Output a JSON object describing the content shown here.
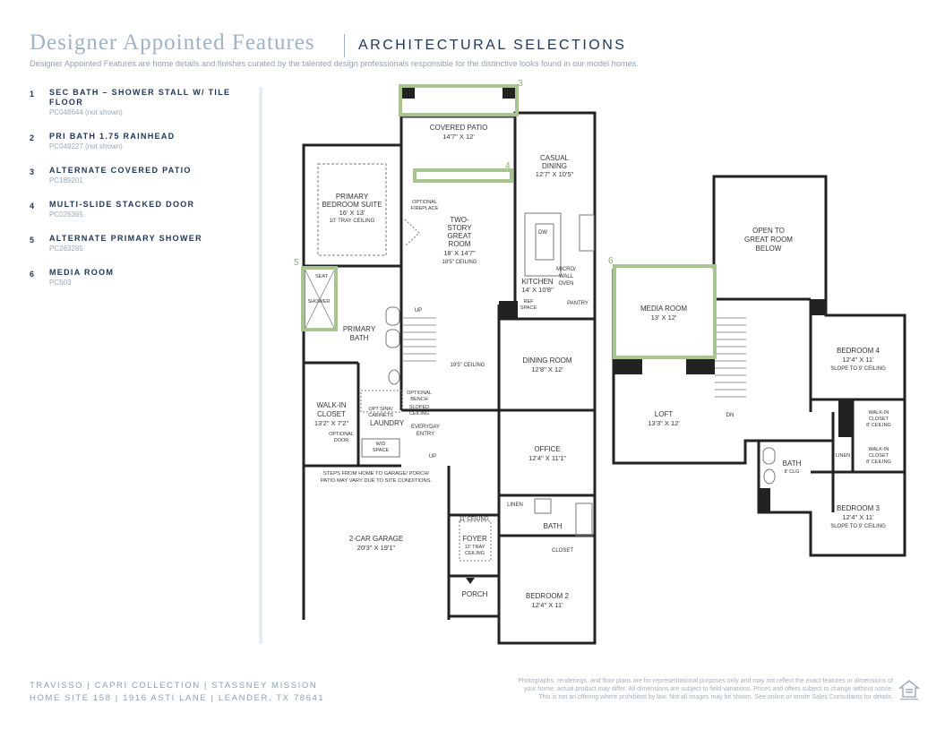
{
  "header": {
    "title": "Designer Appointed Features",
    "subtitle": "ARCHITECTURAL SELECTIONS",
    "description": "Designer Appointed Features are home details and finishes curated by the talented design professionals responsible for the distinctive looks found in our model homes."
  },
  "features": [
    {
      "num": "1",
      "name": "SEC BATH – SHOWER STALL W/ TILE FLOOR",
      "code": "PC048644 (not shown)"
    },
    {
      "num": "2",
      "name": "PRI BATH 1.75 RAINHEAD",
      "code": "PC049227 (not shown)"
    },
    {
      "num": "3",
      "name": "ALTERNATE COVERED PATIO",
      "code": "PC189201"
    },
    {
      "num": "4",
      "name": "MULTI-SLIDE STACKED DOOR",
      "code": "PC026365"
    },
    {
      "num": "5",
      "name": "ALTERNATE PRIMARY SHOWER",
      "code": "PC263285"
    },
    {
      "num": "6",
      "name": "MEDIA ROOM",
      "code": "PC503"
    }
  ],
  "plan": {
    "markers": {
      "m3": "3",
      "m4": "4",
      "m5": "5",
      "m6": "6"
    },
    "rooms": {
      "covered_patio": "COVERED PATIO",
      "covered_patio_dim": "14'7\" X 12'",
      "casual_dining": "CASUAL",
      "casual_dining2": "DINING",
      "casual_dining_dim": "12'7\" X 10'5\"",
      "primary_suite": "PRIMARY",
      "primary_suite2": "BEDROOM SUITE",
      "primary_suite_dim": "16' X 13'",
      "primary_suite_ceiling": "10' TRAY CEILING",
      "optional_fireplace": "OPTIONAL",
      "optional_fireplace2": "FIREPLACE",
      "great_room1": "TWO-",
      "great_room2": "STORY",
      "great_room3": "GREAT",
      "great_room4": "ROOM",
      "great_room_dim": "18' X 14'7\"",
      "great_room_ceiling": "18'5\" CEILING",
      "dw": "DW",
      "micro1": "MICRO/",
      "micro2": "WALL",
      "micro3": "OVEN",
      "kitchen": "KITCHEN",
      "kitchen_dim": "14' X 10'8\"",
      "ref1": "REF",
      "ref2": "SPACE",
      "pantry": "PANTRY",
      "seat": "SEAT",
      "shower": "SHOWER",
      "up1": "UP",
      "primary_bath1": "PRIMARY",
      "primary_bath2": "BATH",
      "ceiling_19": "19'5\" CEILING",
      "dining_room": "DINING ROOM",
      "dining_room_dim": "12'8\" X 12'",
      "walkin1": "WALK-IN",
      "walkin2": "CLOSET",
      "walkin_dim": "13'2\" X 7'2\"",
      "opt_door1": "OPTIONAL",
      "opt_door2": "DOOR",
      "opt_sink1": "OPT SINK/",
      "opt_sink2": "CABINETS",
      "laundry": "LAUNDRY",
      "opt_bench1": "OPTIONAL",
      "opt_bench2": "BENCH",
      "sloped1": "SLOPED",
      "sloped2": "CEILING",
      "everyday1": "EVERYDAY",
      "everyday2": "ENTRY",
      "wd1": "W/D",
      "wd2": "SPACE",
      "up2": "UP",
      "office": "OFFICE",
      "office_dim": "12'4\" X 11'1\"",
      "steps1": "STEPS FROM HOME TO GARAGE/ PORCH/",
      "steps2": "PATIO MAY VARY DUE TO SITE CONDITIONS.",
      "garage": "2-CAR GARAGE",
      "garage_dim": "20'3\" X 19'1\"",
      "linen1": "LINEN",
      "bath1": "BATH",
      "closet1": "CLOSET",
      "ceiling_11": "11' CEILING",
      "foyer": "FOYER",
      "foyer_c1": "12' TRAY",
      "foyer_c2": "CEILING",
      "porch": "PORCH",
      "bedroom2": "BEDROOM 2",
      "bedroom2_dim": "12'4\" X 11'",
      "open1": "OPEN TO",
      "open2": "GREAT ROOM",
      "open3": "BELOW",
      "media": "MEDIA ROOM",
      "media_dim": "13' X 12'",
      "bedroom4": "BEDROOM 4",
      "bedroom4_dim": "12'4\" X 11'",
      "bedroom4_slope": "SLOPE TO 9' CEILING",
      "loft": "LOFT",
      "loft_dim": "13'3\" X 12'",
      "dn": "DN",
      "wic1a": "WALK-IN",
      "wic1b": "CLOSET",
      "wic1c": "8' CEILING",
      "linen2": "LINEN",
      "wic2a": "WALK-IN",
      "wic2b": "CLOSET",
      "wic2c": "8' CEILING",
      "bath2": "BATH",
      "bath2_clg": "8' CLG",
      "bedroom3": "BEDROOM 3",
      "bedroom3_dim": "12'4\" X 11'",
      "bedroom3_slope": "SLOPE TO 9' CEILING"
    }
  },
  "footer": {
    "line1": "TRAVISSO  |  CAPRI COLLECTION  |  STASSNEY MISSION",
    "line2": "HOME SITE 158  |  1916 ASTI LANE  |  LEANDER, TX 78641",
    "disclaimer1": "Photographs, renderings, and floor plans are for representational purposes only and may not reflect the exact features or dimensions of",
    "disclaimer2": "your home; actual product may differ. All dimensions are subject to field variations. Prices and offers subject to change without notice.",
    "disclaimer3": "This is not an offering where prohibited by law. Not all images may be shown. See online or onsite Sales Consultants for details."
  }
}
